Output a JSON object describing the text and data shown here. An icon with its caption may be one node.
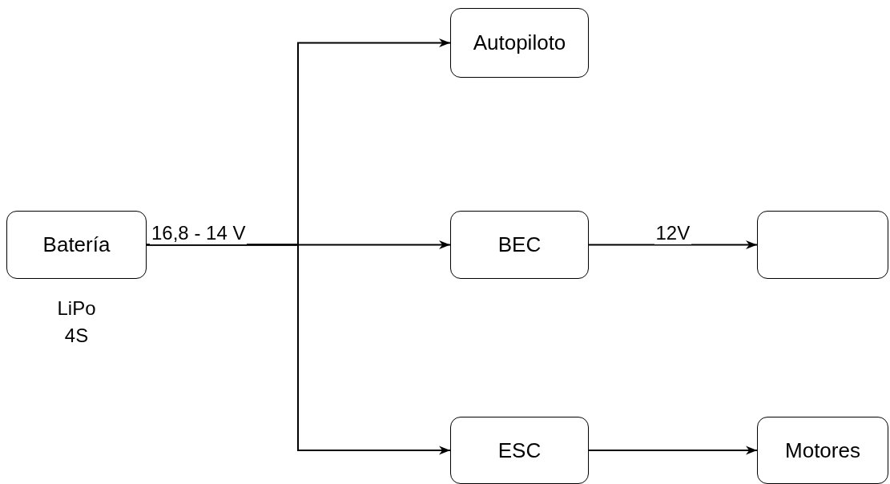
{
  "diagram": {
    "nodes": [
      {
        "text": [
          "Batería"
        ],
        "beside": [
          "LiPo 4S"
        ]
      },
      {
        "text": [
          "Autopiloto"
        ]
      },
      {
        "text": [
          "BEC"
        ]
      },
      {
        "text": [
          "ESC"
        ]
      },
      {
        "text": [],
        "shape": "box"
      },
      {
        "text": [
          "Motores"
        ]
      }
    ],
    "edges": [
      {
        "from": 0,
        "to": 1,
        "arrow": "to"
      },
      {
        "from": 0,
        "to": 2,
        "arrow": "to",
        "label": "16,8 - 14 V"
      },
      {
        "from": 0,
        "to": 3,
        "arrow": "to"
      },
      {
        "from": 2,
        "to": 4,
        "arrow": "to",
        "label": "12V"
      },
      {
        "from": 3,
        "to": 5,
        "arrow": "to"
      }
    ]
  }
}
